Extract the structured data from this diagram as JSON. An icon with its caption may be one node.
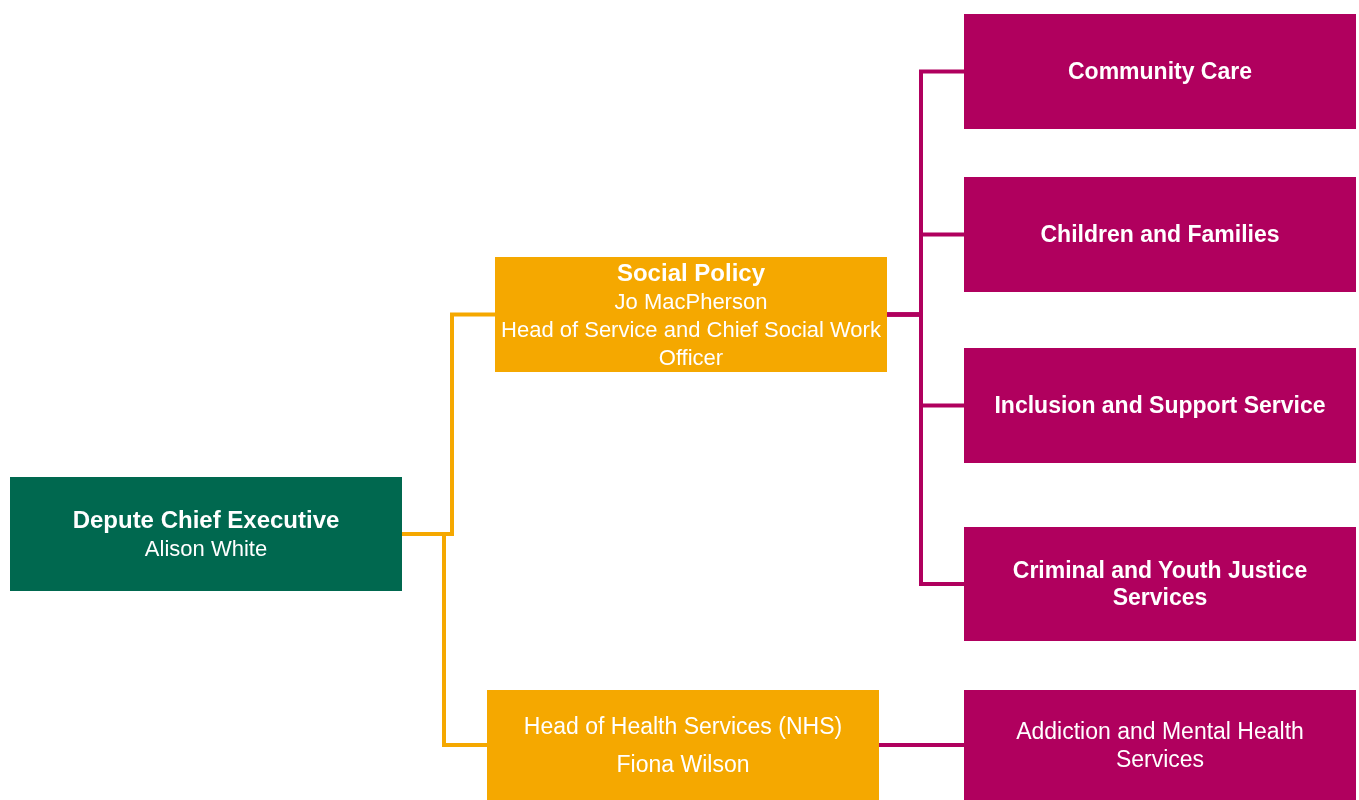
{
  "diagram": {
    "nodes": [
      {
        "text": [
          "Depute Chief Executive",
          "Alison White"
        ]
      },
      {
        "text": [
          "Social Policy",
          "Jo MacPherson",
          "Head of Service and Chief Social Work Officer"
        ]
      },
      {
        "text": [
          "Head of Health Services (NHS)",
          "Fiona Wilson"
        ]
      },
      {
        "text": [
          "Community Care"
        ]
      },
      {
        "text": [
          "Children and Families"
        ]
      },
      {
        "text": [
          "Inclusion and Support Service"
        ]
      },
      {
        "text": [
          "Criminal and Youth Justice Services"
        ]
      },
      {
        "text": [
          "Addiction and Mental Health Services"
        ]
      }
    ],
    "edges": [
      {
        "from": 0,
        "to": 1,
        "arrow": "none",
        "color": "#f5a800"
      },
      {
        "from": 0,
        "to": 2,
        "arrow": "none",
        "color": "#f5a800"
      },
      {
        "from": 1,
        "to": 3,
        "arrow": "none"
      },
      {
        "from": 1,
        "to": 4,
        "arrow": "none"
      },
      {
        "from": 1,
        "to": 5,
        "arrow": "none"
      },
      {
        "from": 1,
        "to": 6,
        "arrow": "none"
      },
      {
        "from": 2,
        "to": 7,
        "arrow": "none"
      }
    ]
  }
}
